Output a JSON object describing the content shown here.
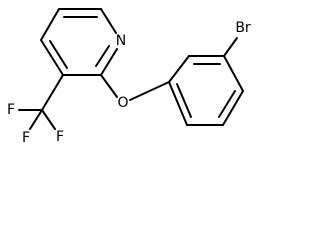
{
  "molecule": {
    "atoms": {
      "nitrogen": "N",
      "oxygen": "O",
      "bromine": "Br",
      "fluorine_1": "F",
      "fluorine_2": "F",
      "fluorine_3": "F"
    }
  }
}
